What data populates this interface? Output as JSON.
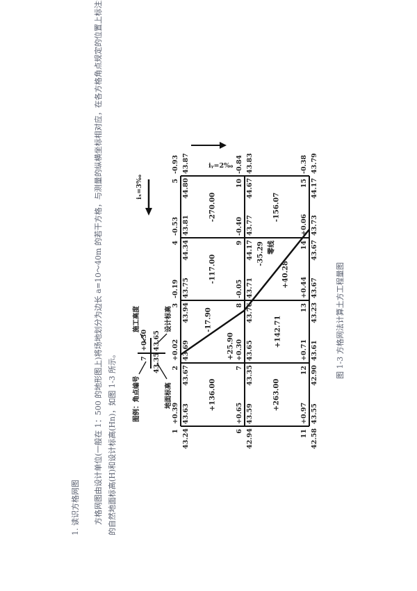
{
  "heading": "1. 读识方格网图",
  "paragraph": {
    "line1": "方格网图由设计单位(一般在 1：500 的地形图上)将场地划分为边长 a=10～40m 的若干方格，与测量的纵横坐标相对应，在各方格角点规定的位置上标注角点",
    "line2": "的自然地面标高(H)和设计标高(Hn)，如图 1-3 所示。"
  },
  "figure": {
    "caption": "图 1-3   方格网法计算土方工程量图",
    "slope_x": "iₓ=3‰",
    "slope_y": "iᵧ=2‰",
    "legend": {
      "title": "图例：角点编号",
      "construction_height": "施工高度",
      "design_elevation": "设计标高",
      "ground_elevation": "地面标高",
      "sample": {
        "number": "7",
        "height": "+0.30",
        "ground": "43.35",
        "design": "43.65"
      }
    },
    "corners": [
      {
        "no": "1",
        "h": "+0.39",
        "ground": "43.24",
        "design": "43.63"
      },
      {
        "no": "2",
        "h": "+0.02",
        "ground": "43.67",
        "design": "43.69"
      },
      {
        "no": "3",
        "h": "-0.19",
        "ground": "43.94",
        "design": "43.75"
      },
      {
        "no": "4",
        "h": "-0.53",
        "ground": "44.34",
        "design": "43.81"
      },
      {
        "no": "5",
        "h": "-0.93",
        "ground": "44.80",
        "design": "43.87"
      },
      {
        "no": "6",
        "h": "+0.65",
        "ground": "42.94",
        "design": "43.59"
      },
      {
        "no": "7",
        "h": "+0.30",
        "ground": "43.35",
        "design": "43.65"
      },
      {
        "no": "8",
        "h": "-0.05",
        "ground": "43.76",
        "design": "43.71"
      },
      {
        "no": "9",
        "h": "-0.40",
        "ground": "44.17",
        "design": "43.77"
      },
      {
        "no": "10",
        "h": "-0.84",
        "ground": "44.67",
        "design": "43.83"
      },
      {
        "no": "11",
        "h": "+0.97",
        "ground": "42.58",
        "design": "43.55"
      },
      {
        "no": "12",
        "h": "+0.71",
        "ground": "42.90",
        "design": "43.61"
      },
      {
        "no": "13",
        "h": "+0.44",
        "ground": "43.23",
        "design": "43.67"
      },
      {
        "no": "14",
        "h": "+0.06",
        "ground": "43.67",
        "design": "43.73"
      },
      {
        "no": "15",
        "h": "-0.38",
        "ground": "44.17",
        "design": "43.79"
      }
    ],
    "cell_volumes": {
      "c1": "+136.00",
      "c2_cut": "-17.90",
      "c2_fill": "+25.90",
      "c3": "-117.00",
      "c4": "-270.00",
      "c5": "+263.00",
      "c6": "+142.71",
      "c7_cut": "-35.29",
      "c7_fill": "+40.28",
      "c8": "-156.07"
    },
    "zero_line_label": "零线"
  }
}
